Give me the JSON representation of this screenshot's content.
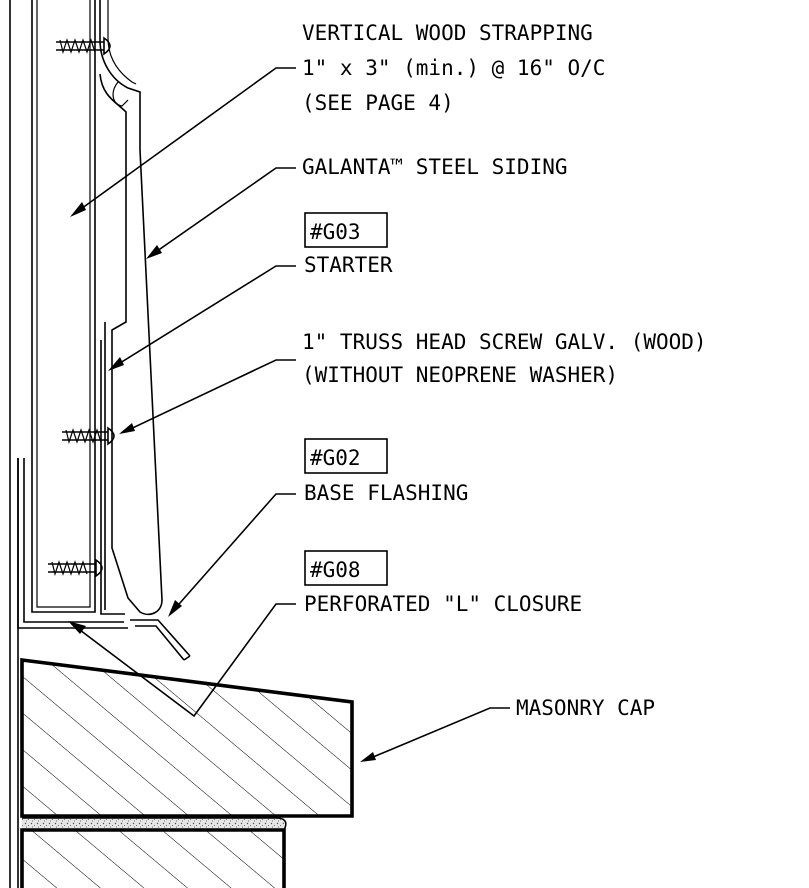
{
  "labels": {
    "strapping": [
      "VERTICAL WOOD STRAPPING",
      "1\" x 3\" (min.) @ 16\" O/C",
      "(SEE PAGE 4)"
    ],
    "siding": "GALANTA™ STEEL SIDING",
    "starter": {
      "code": "#G03",
      "text": "STARTER"
    },
    "screw": [
      "1\" TRUSS HEAD SCREW GALV. (WOOD)",
      "(WITHOUT NEOPRENE WASHER)"
    ],
    "base_flashing": {
      "code": "#G02",
      "text": "BASE FLASHING"
    },
    "closure": {
      "code": "#G08",
      "text": "PERFORATED \"L\" CLOSURE"
    },
    "masonry_cap": "MASONRY CAP"
  },
  "colors": {
    "line": "#000000",
    "background": "#ffffff",
    "grout": "#cfcfcf"
  }
}
